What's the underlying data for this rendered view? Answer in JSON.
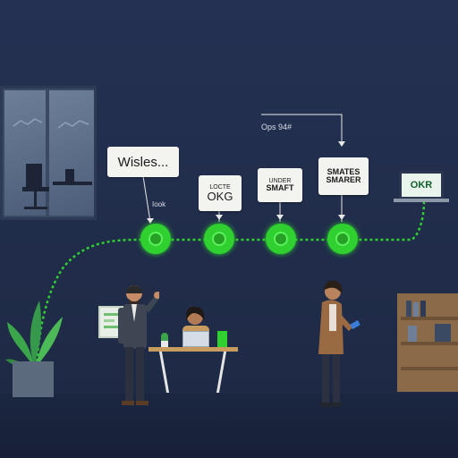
{
  "cards": {
    "wishes": "Wisles...",
    "okg_top": "LOCTE",
    "okg_main": "OKG",
    "smart_top": "UNDER",
    "smart_main": "SMAFT",
    "smarter_top": "SMATES",
    "smarter_main": "SMARER",
    "screen": "OKR"
  },
  "labels": {
    "ops": "Ops 94#",
    "small": "Iook"
  },
  "colors": {
    "wall": "#243152",
    "accent_green": "#2fd02f",
    "card": "#f3f3ef"
  }
}
